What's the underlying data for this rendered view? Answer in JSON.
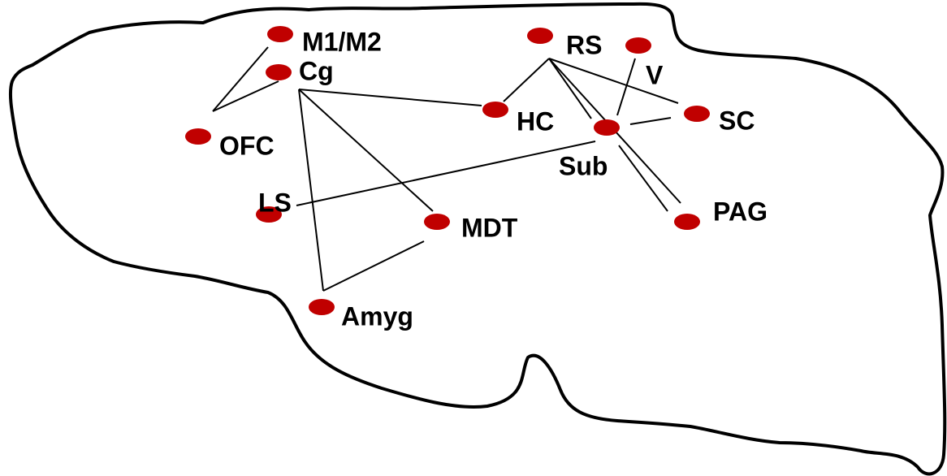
{
  "colors": {
    "background": "#ffffff",
    "outline": "#000000",
    "node": "#c00000",
    "edge": "#000000"
  },
  "regions": [
    {
      "id": "m1m2",
      "label": "M1/M2"
    },
    {
      "id": "cg",
      "label": "Cg"
    },
    {
      "id": "ofc",
      "label": "OFC"
    },
    {
      "id": "ls",
      "label": "LS"
    },
    {
      "id": "amyg",
      "label": "Amyg"
    },
    {
      "id": "mdt",
      "label": "MDT"
    },
    {
      "id": "hc",
      "label": "HC"
    },
    {
      "id": "rs",
      "label": "RS"
    },
    {
      "id": "v",
      "label": "V"
    },
    {
      "id": "sub",
      "label": "Sub"
    },
    {
      "id": "sc",
      "label": "SC"
    },
    {
      "id": "pag",
      "label": "PAG"
    }
  ],
  "connections": [
    [
      "m1m2",
      "ofc"
    ],
    [
      "cg",
      "ofc"
    ],
    [
      "cg",
      "hc"
    ],
    [
      "cg",
      "mdt"
    ],
    [
      "cg",
      "amyg"
    ],
    [
      "mdt",
      "amyg"
    ],
    [
      "ls",
      "sub"
    ],
    [
      "rs",
      "hc"
    ],
    [
      "rs",
      "sub"
    ],
    [
      "rs",
      "sc"
    ],
    [
      "rs",
      "pag"
    ],
    [
      "sub",
      "pag"
    ],
    [
      "v",
      "sub"
    ],
    [
      "sub",
      "sc"
    ]
  ]
}
